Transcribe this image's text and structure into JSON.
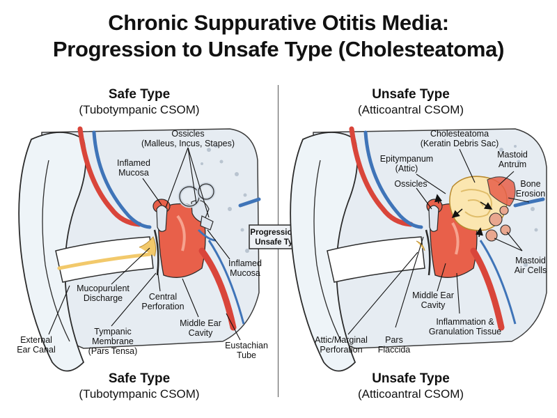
{
  "title": {
    "line1": "Chronic Suppurative Otitis Media:",
    "line2": "Progression to Unsafe Type (Cholesteatoma)"
  },
  "left_panel": {
    "heading": "Safe Type",
    "subheading": "(Tubotympanic CSOM)",
    "footer_heading": "Safe Type",
    "footer_subheading": "(Tubotympanic CSOM)",
    "labels": {
      "ossicles_1": "Ossicles",
      "ossicles_2": "(Malleus, Incus, Stapes)",
      "inflamed_mucosa_top_1": "Inflamed",
      "inflamed_mucosa_top_2": "Mucosa",
      "inflamed_mucosa_right_1": "Inflamed",
      "inflamed_mucosa_right_2": "Mucosa",
      "mucopurulent_1": "Mucopurulent",
      "mucopurulent_2": "Discharge",
      "central_perforation_1": "Central",
      "central_perforation_2": "Perforation",
      "middle_ear_1": "Middle Ear",
      "middle_ear_2": "Cavity",
      "external_canal_1": "External",
      "external_canal_2": "Ear Canal",
      "tympanic_1": "Tympanic",
      "tympanic_2": "Membrane",
      "tympanic_3": "(Pars Tensa)",
      "eustachian_1": "Eustachian",
      "eustachian_2": "Tube"
    }
  },
  "right_panel": {
    "heading": "Unsafe Type",
    "subheading": "(Atticoantral CSOM)",
    "footer_heading": "Unsafe Type",
    "footer_subheading": "(Atticoantral CSOM)",
    "labels": {
      "cholesteatoma_1": "Cholesteatoma",
      "cholesteatoma_2": "(Keratin Debris Sac)",
      "epitympanum_1": "Epitympanum",
      "epitympanum_2": "(Attic)",
      "mastoid_antrum_1": "Mastoid",
      "mastoid_antrum_2": "Antrum",
      "ossicles": "Ossicles",
      "bone_erosion_1": "Bone",
      "bone_erosion_2": "Erosion",
      "mastoid_air_1": "Mastoid",
      "mastoid_air_2": "Air Cells",
      "middle_ear_1": "Middle Ear",
      "middle_ear_2": "Cavity",
      "inflammation_1": "Inflammation &",
      "inflammation_2": "Granulation Tissue",
      "attic_perforation_1": "Attic/Marginal",
      "attic_perforation_2": "Perforation",
      "pars_flaccida_1": "Pars",
      "pars_flaccida_2": "Flaccida"
    }
  },
  "progression_arrow": {
    "line1": "Progression to",
    "line2": "Unsafe Type"
  },
  "colors": {
    "skin": "#eef4f8",
    "bone": "#e6ecf2",
    "vessel_red": "#d9453a",
    "vessel_blue": "#3f74b8",
    "inflamed": "#e8604a",
    "pus": "#f2c96b",
    "cholesteatoma": "#fbe6b0",
    "outline": "#2b2b2b"
  }
}
